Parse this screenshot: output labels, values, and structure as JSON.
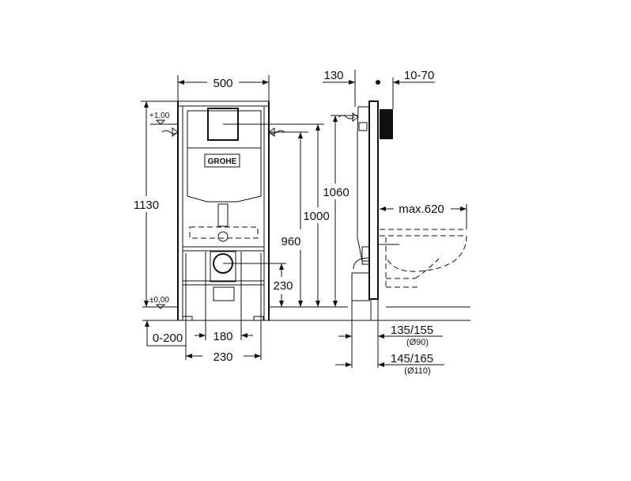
{
  "logo": "GROHE",
  "front_view": {
    "width": "500",
    "height_total": "1130",
    "level_top": "+1,00",
    "level_zero": "±0,00",
    "dim_960": "960",
    "dim_1000": "1000",
    "dim_230_vertical": "230",
    "dim_0_200": "0-200",
    "dim_180": "180",
    "dim_230_horizontal": "230"
  },
  "side_view": {
    "depth_130": "130",
    "wall_10_70": "10-70",
    "height_1060": "1060",
    "max_projection": "max.620",
    "dim_135_155": "135/155",
    "dia_90": "(Ø90)",
    "dim_145_165": "145/165",
    "dia_110": "(Ø110)"
  }
}
